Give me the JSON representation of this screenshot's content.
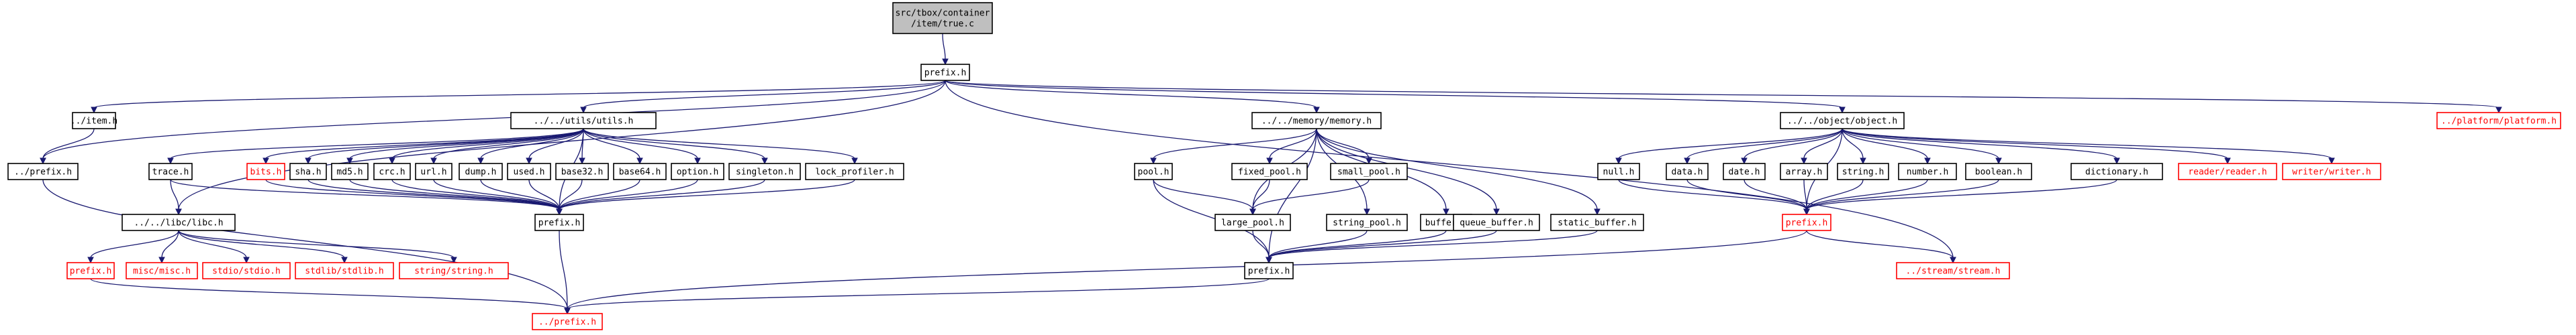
{
  "colors": {
    "edge": "#191970",
    "missing_border": "#ff0000",
    "root_fill": "#bfbfbf"
  },
  "nodes": [
    {
      "id": "root",
      "label": "src/tbox/container\n/item/true.c",
      "root": true
    },
    {
      "id": "prefix_top",
      "label": "prefix.h"
    },
    {
      "id": "item",
      "label": "../item.h"
    },
    {
      "id": "utils",
      "label": "../../utils/utils.h"
    },
    {
      "id": "memory",
      "label": "../../memory/memory.h"
    },
    {
      "id": "object",
      "label": "../../object/object.h"
    },
    {
      "id": "platform",
      "label": "../platform/platform.h",
      "missing": true
    },
    {
      "id": "dprefix_left",
      "label": "../prefix.h"
    },
    {
      "id": "trace",
      "label": "trace.h"
    },
    {
      "id": "bits",
      "label": "bits.h",
      "missing": true
    },
    {
      "id": "sha",
      "label": "sha.h"
    },
    {
      "id": "md5",
      "label": "md5.h"
    },
    {
      "id": "crc",
      "label": "crc.h"
    },
    {
      "id": "url",
      "label": "url.h"
    },
    {
      "id": "dump",
      "label": "dump.h"
    },
    {
      "id": "used",
      "label": "used.h"
    },
    {
      "id": "base32",
      "label": "base32.h"
    },
    {
      "id": "base64",
      "label": "base64.h"
    },
    {
      "id": "option",
      "label": "option.h"
    },
    {
      "id": "singleton",
      "label": "singleton.h"
    },
    {
      "id": "lock_profiler",
      "label": "lock_profiler.h"
    },
    {
      "id": "libc",
      "label": "../../libc/libc.h"
    },
    {
      "id": "utils_prefix",
      "label": "prefix.h"
    },
    {
      "id": "libc_prefix",
      "label": "prefix.h",
      "missing": true
    },
    {
      "id": "misc",
      "label": "misc/misc.h",
      "missing": true
    },
    {
      "id": "stdio",
      "label": "stdio/stdio.h",
      "missing": true
    },
    {
      "id": "stdlib",
      "label": "stdlib/stdlib.h",
      "missing": true
    },
    {
      "id": "string_h",
      "label": "string/string.h",
      "missing": true
    },
    {
      "id": "dprefix_bottom",
      "label": "../prefix.h",
      "missing": true
    },
    {
      "id": "pool",
      "label": "pool.h"
    },
    {
      "id": "fixed_pool",
      "label": "fixed_pool.h"
    },
    {
      "id": "small_pool",
      "label": "small_pool.h"
    },
    {
      "id": "large_pool",
      "label": "large_pool.h"
    },
    {
      "id": "string_pool",
      "label": "string_pool.h"
    },
    {
      "id": "buffer",
      "label": "buffer.h"
    },
    {
      "id": "queue_buffer",
      "label": "queue_buffer.h"
    },
    {
      "id": "static_buffer",
      "label": "static_buffer.h"
    },
    {
      "id": "memory_prefix",
      "label": "prefix.h"
    },
    {
      "id": "null",
      "label": "null.h"
    },
    {
      "id": "data",
      "label": "data.h"
    },
    {
      "id": "date",
      "label": "date.h"
    },
    {
      "id": "array",
      "label": "array.h"
    },
    {
      "id": "string_obj",
      "label": "string.h"
    },
    {
      "id": "number",
      "label": "number.h"
    },
    {
      "id": "boolean",
      "label": "boolean.h"
    },
    {
      "id": "dictionary",
      "label": "dictionary.h"
    },
    {
      "id": "reader",
      "label": "reader/reader.h",
      "missing": true
    },
    {
      "id": "writer",
      "label": "writer/writer.h",
      "missing": true
    },
    {
      "id": "object_prefix",
      "label": "prefix.h",
      "missing": true
    },
    {
      "id": "stream",
      "label": "../stream/stream.h",
      "missing": true
    }
  ],
  "edges": [
    [
      "root",
      "prefix_top"
    ],
    [
      "prefix_top",
      "item"
    ],
    [
      "prefix_top",
      "dprefix_left"
    ],
    [
      "prefix_top",
      "utils"
    ],
    [
      "prefix_top",
      "libc"
    ],
    [
      "prefix_top",
      "memory"
    ],
    [
      "prefix_top",
      "object"
    ],
    [
      "prefix_top",
      "platform"
    ],
    [
      "prefix_top",
      "stream"
    ],
    [
      "item",
      "dprefix_left"
    ],
    [
      "dprefix_left",
      "dprefix_bottom"
    ],
    [
      "utils",
      "trace"
    ],
    [
      "utils",
      "bits"
    ],
    [
      "utils",
      "sha"
    ],
    [
      "utils",
      "md5"
    ],
    [
      "utils",
      "crc"
    ],
    [
      "utils",
      "url"
    ],
    [
      "utils",
      "dump"
    ],
    [
      "utils",
      "used"
    ],
    [
      "utils",
      "base32"
    ],
    [
      "utils",
      "base64"
    ],
    [
      "utils",
      "option"
    ],
    [
      "utils",
      "singleton"
    ],
    [
      "utils",
      "lock_profiler"
    ],
    [
      "utils",
      "utils_prefix"
    ],
    [
      "trace",
      "libc"
    ],
    [
      "trace",
      "utils_prefix"
    ],
    [
      "bits",
      "utils_prefix"
    ],
    [
      "sha",
      "utils_prefix"
    ],
    [
      "md5",
      "utils_prefix"
    ],
    [
      "crc",
      "utils_prefix"
    ],
    [
      "url",
      "utils_prefix"
    ],
    [
      "dump",
      "utils_prefix"
    ],
    [
      "used",
      "utils_prefix"
    ],
    [
      "base32",
      "utils_prefix"
    ],
    [
      "base64",
      "utils_prefix"
    ],
    [
      "option",
      "utils_prefix"
    ],
    [
      "singleton",
      "utils_prefix"
    ],
    [
      "lock_profiler",
      "utils_prefix"
    ],
    [
      "utils_prefix",
      "dprefix_bottom"
    ],
    [
      "libc",
      "libc_prefix"
    ],
    [
      "libc",
      "misc"
    ],
    [
      "libc",
      "stdio"
    ],
    [
      "libc",
      "stdlib"
    ],
    [
      "libc",
      "string_h"
    ],
    [
      "libc_prefix",
      "dprefix_bottom"
    ],
    [
      "memory",
      "pool"
    ],
    [
      "memory",
      "fixed_pool"
    ],
    [
      "memory",
      "small_pool"
    ],
    [
      "memory",
      "large_pool"
    ],
    [
      "memory",
      "string_pool"
    ],
    [
      "memory",
      "buffer"
    ],
    [
      "memory",
      "queue_buffer"
    ],
    [
      "memory",
      "static_buffer"
    ],
    [
      "memory",
      "memory_prefix"
    ],
    [
      "pool",
      "large_pool"
    ],
    [
      "pool",
      "memory_prefix"
    ],
    [
      "fixed_pool",
      "large_pool"
    ],
    [
      "small_pool",
      "large_pool"
    ],
    [
      "large_pool",
      "memory_prefix"
    ],
    [
      "string_pool",
      "memory_prefix"
    ],
    [
      "buffer",
      "memory_prefix"
    ],
    [
      "queue_buffer",
      "memory_prefix"
    ],
    [
      "static_buffer",
      "memory_prefix"
    ],
    [
      "memory_prefix",
      "dprefix_bottom"
    ],
    [
      "object",
      "null"
    ],
    [
      "object",
      "data"
    ],
    [
      "object",
      "date"
    ],
    [
      "object",
      "array"
    ],
    [
      "object",
      "string_obj"
    ],
    [
      "object",
      "number"
    ],
    [
      "object",
      "boolean"
    ],
    [
      "object",
      "dictionary"
    ],
    [
      "object",
      "reader"
    ],
    [
      "object",
      "writer"
    ],
    [
      "object",
      "object_prefix"
    ],
    [
      "null",
      "object_prefix"
    ],
    [
      "data",
      "object_prefix"
    ],
    [
      "date",
      "object_prefix"
    ],
    [
      "array",
      "object_prefix"
    ],
    [
      "string_obj",
      "object_prefix"
    ],
    [
      "number",
      "object_prefix"
    ],
    [
      "boolean",
      "object_prefix"
    ],
    [
      "dictionary",
      "object_prefix"
    ],
    [
      "object_prefix",
      "stream"
    ],
    [
      "object_prefix",
      "dprefix_bottom"
    ]
  ]
}
